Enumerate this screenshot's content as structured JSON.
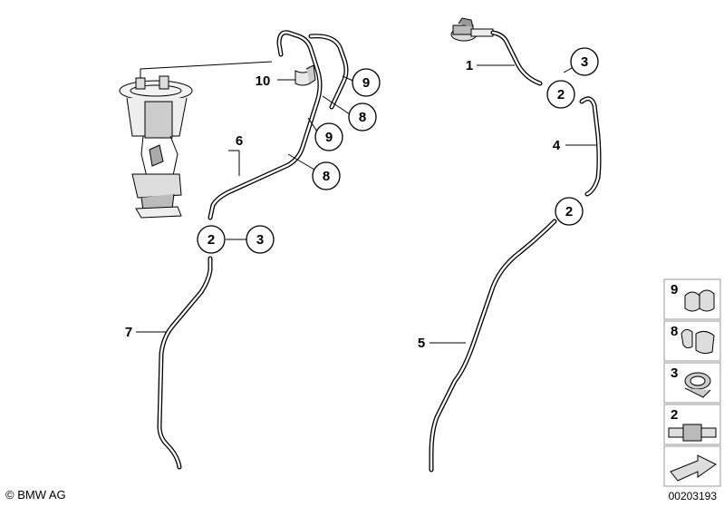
{
  "callouts": {
    "c1": "1",
    "c2a": "2",
    "c2b": "2",
    "c2c": "2",
    "c3a": "3",
    "c3b": "3",
    "c4": "4",
    "c5": "5",
    "c6": "6",
    "c7": "7",
    "c8a": "8",
    "c8b": "8",
    "c9a": "9",
    "c9b": "9",
    "c10": "10"
  },
  "legend": {
    "items": [
      {
        "label": "9",
        "icon": "clip-double-icon"
      },
      {
        "label": "8",
        "icon": "clip-single-icon"
      },
      {
        "label": "3",
        "icon": "hose-clamp-icon"
      },
      {
        "label": "2",
        "icon": "connector-icon"
      }
    ]
  },
  "footer": {
    "copyright": "© BMW AG",
    "doc_id": "00203193"
  }
}
